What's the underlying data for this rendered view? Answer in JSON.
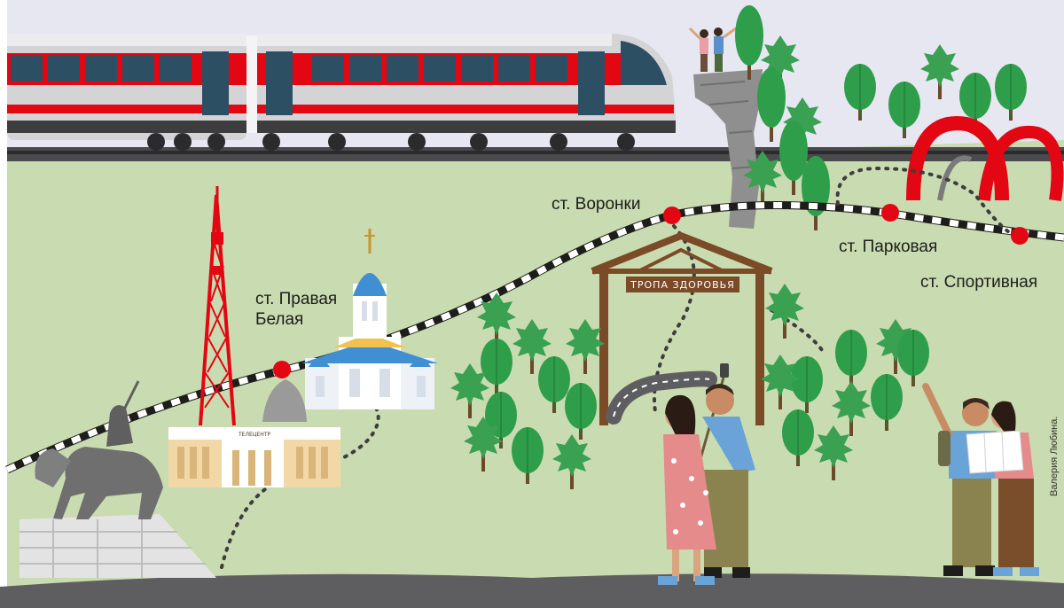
{
  "stations": [
    {
      "id": "pravaya-belaya",
      "label_lines": [
        "ст. Правая",
        "Белая"
      ]
    },
    {
      "id": "voronki",
      "label_lines": [
        "ст. Воронки"
      ]
    },
    {
      "id": "parkovaya",
      "label_lines": [
        "ст. Парковая"
      ]
    },
    {
      "id": "sportivnaya",
      "label_lines": [
        "ст. Спортивная"
      ]
    }
  ],
  "trail_sign": "ТРОПА ЗДОРОВЬЯ",
  "building_sign": "ТЕЛЕЦЕНТР",
  "credit": "Валерия Любина.",
  "colors": {
    "ground": "#c9dbb0",
    "sky": "#e6e7f1",
    "rail_dark": "#1d1d1b",
    "station_red": "#e30613",
    "tree_green": "#2e9e4a",
    "train_red": "#e30613",
    "train_gray": "#d4d4d6",
    "road": "#5e5e60"
  }
}
